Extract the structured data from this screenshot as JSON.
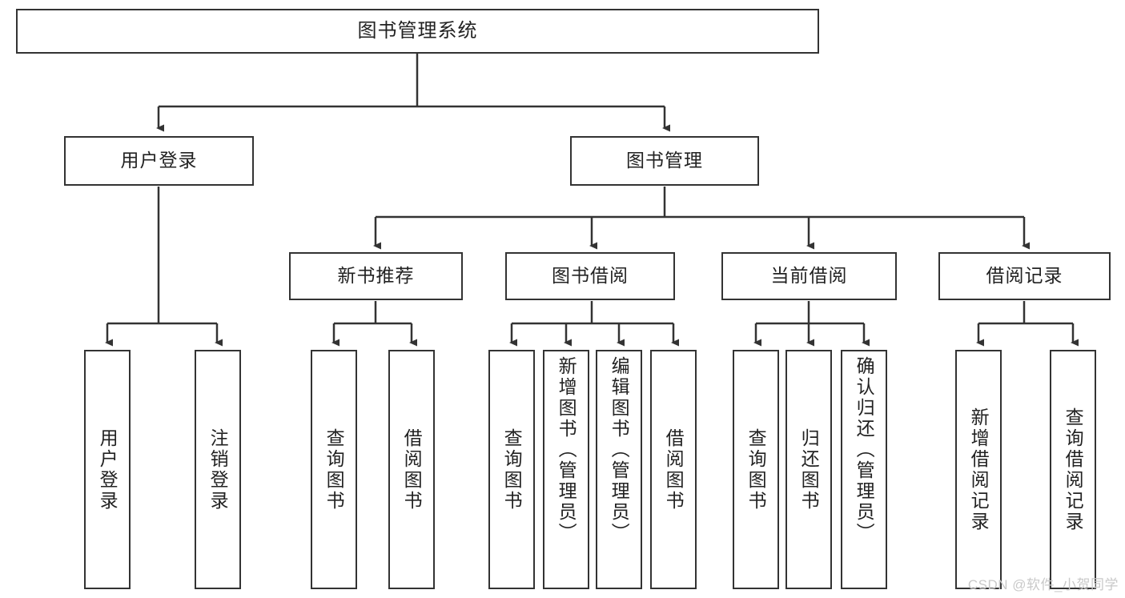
{
  "diagram": {
    "title": "图书管理系统",
    "type": "tree-hierarchy-diagram",
    "colors": {
      "box_border": "#333333",
      "box_fill": "#ffffff",
      "edge": "#333333",
      "text": "#222222",
      "watermark": "#c9c9c9",
      "background": "#ffffff"
    },
    "root": {
      "label": "图书管理系统"
    },
    "level2": [
      {
        "label": "用户登录"
      },
      {
        "label": "图书管理"
      }
    ],
    "level3": [
      {
        "label": "新书推荐"
      },
      {
        "label": "图书借阅"
      },
      {
        "label": "当前借阅"
      },
      {
        "label": "借阅记录"
      }
    ],
    "leaves": {
      "user_login": [
        {
          "label": "用户登录"
        },
        {
          "label": "注销登录"
        }
      ],
      "new_book_recommend": [
        {
          "label": "查询图书"
        },
        {
          "label": "借阅图书"
        }
      ],
      "book_borrow": [
        {
          "label": "查询图书"
        },
        {
          "label": "新增图书（管理员）"
        },
        {
          "label": "编辑图书（管理员）"
        },
        {
          "label": "借阅图书"
        }
      ],
      "current_borrow": [
        {
          "label": "查询图书"
        },
        {
          "label": "归还图书"
        },
        {
          "label": "确认归还（管理员）"
        }
      ],
      "borrow_record": [
        {
          "label": "新增借阅记录"
        },
        {
          "label": "查询借阅记录"
        }
      ]
    },
    "watermark": "CSDN @软件_小贺同学"
  }
}
